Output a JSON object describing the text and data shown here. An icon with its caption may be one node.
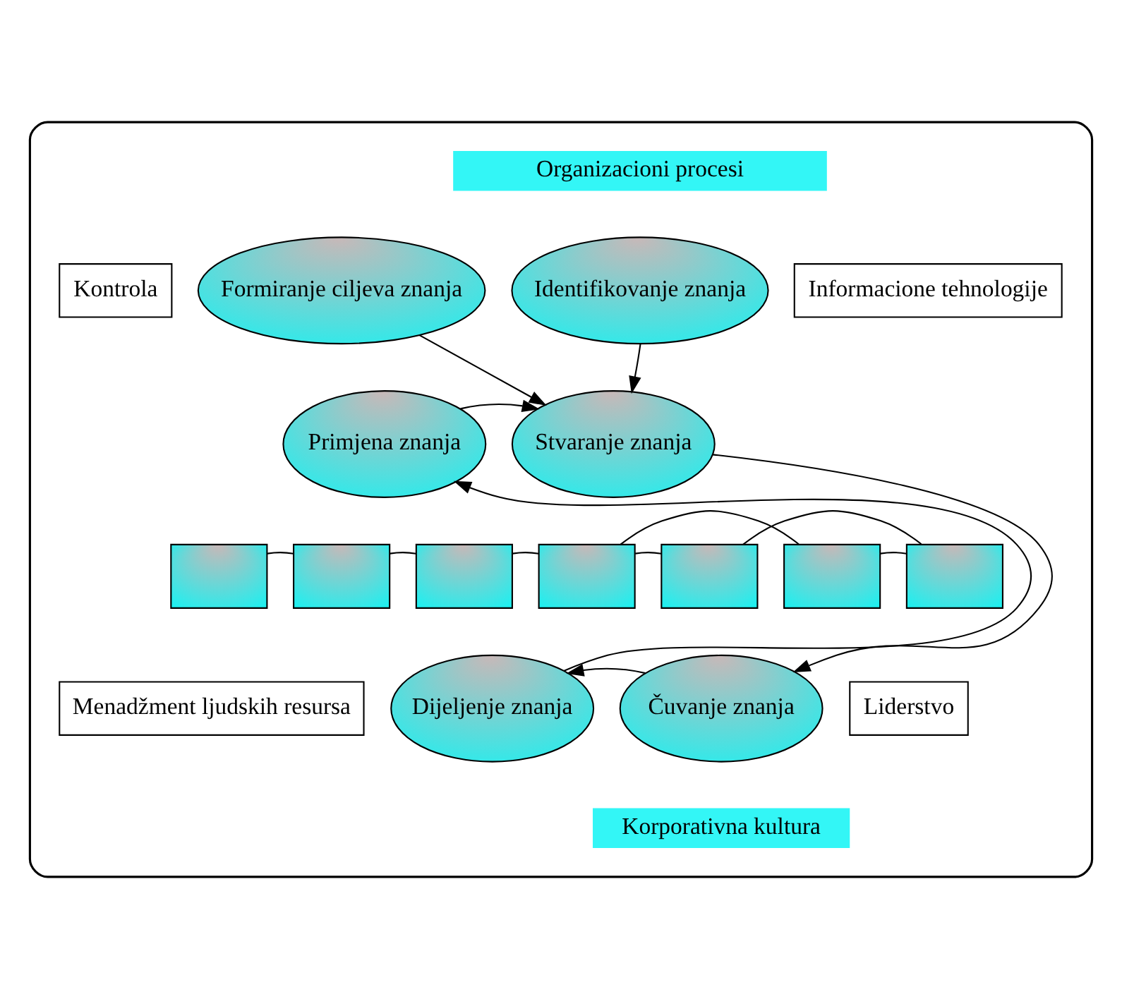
{
  "diagram": {
    "nodes": [
      {
        "text": [],
        "shape": "hexagon"
      },
      {
        "text": [
          "Organizacioni procesi"
        ],
        "in": 0
      },
      {
        "text": [
          "Kontrola"
        ],
        "in": 0
      },
      {
        "text": [
          "Informacione tehnologije"
        ],
        "in": 0
      },
      {
        "text": [
          "Formiranje ciljeva znanja"
        ],
        "in": 0
      },
      {
        "text": [
          "Identifikovanje znanja"
        ],
        "in": 0
      },
      {
        "text": [
          "Primjena znanja"
        ],
        "in": 0
      },
      {
        "text": [
          "Stvaranje znanja"
        ],
        "in": 0
      },
      {
        "text": [],
        "shape": "box",
        "in": 0
      },
      {
        "text": [],
        "shape": "box",
        "in": 0
      },
      {
        "text": [],
        "shape": "box",
        "in": 0
      },
      {
        "text": [],
        "shape": "box",
        "in": 0
      },
      {
        "text": [],
        "shape": "box",
        "in": 0
      },
      {
        "text": [],
        "shape": "box",
        "in": 0
      },
      {
        "text": [],
        "shape": "box",
        "in": 0
      },
      {
        "text": [
          "Menadžment ljudskih resursa"
        ],
        "in": 0
      },
      {
        "text": [
          "Liderstvo"
        ],
        "in": 0
      },
      {
        "text": [
          "Dijeljenje znanja"
        ],
        "in": 0
      },
      {
        "text": [
          "Čuvanje znanja"
        ],
        "in": 0
      },
      {
        "text": [
          "Korporativna kultura"
        ],
        "in": 0
      }
    ],
    "edges": [
      {
        "from": 4,
        "to": 7,
        "arrow": "to"
      },
      {
        "from": 5,
        "to": 7,
        "arrow": "to"
      },
      {
        "from": 6,
        "to": 7,
        "arrow": "to"
      },
      {
        "from": 7,
        "to": 18,
        "arrow": "to"
      },
      {
        "from": 18,
        "to": 17,
        "arrow": "to"
      },
      {
        "from": 17,
        "to": 6,
        "arrow": "to"
      },
      {
        "from": 8,
        "to": 9,
        "arrow": "none"
      },
      {
        "from": 9,
        "to": 10,
        "arrow": "none"
      },
      {
        "from": 10,
        "to": 11,
        "arrow": "none"
      },
      {
        "from": 11,
        "to": 12,
        "arrow": "none"
      },
      {
        "from": 11,
        "to": 13,
        "arrow": "none"
      },
      {
        "from": 12,
        "to": 14,
        "arrow": "none"
      },
      {
        "from": 13,
        "to": 14,
        "arrow": "none"
      }
    ]
  }
}
